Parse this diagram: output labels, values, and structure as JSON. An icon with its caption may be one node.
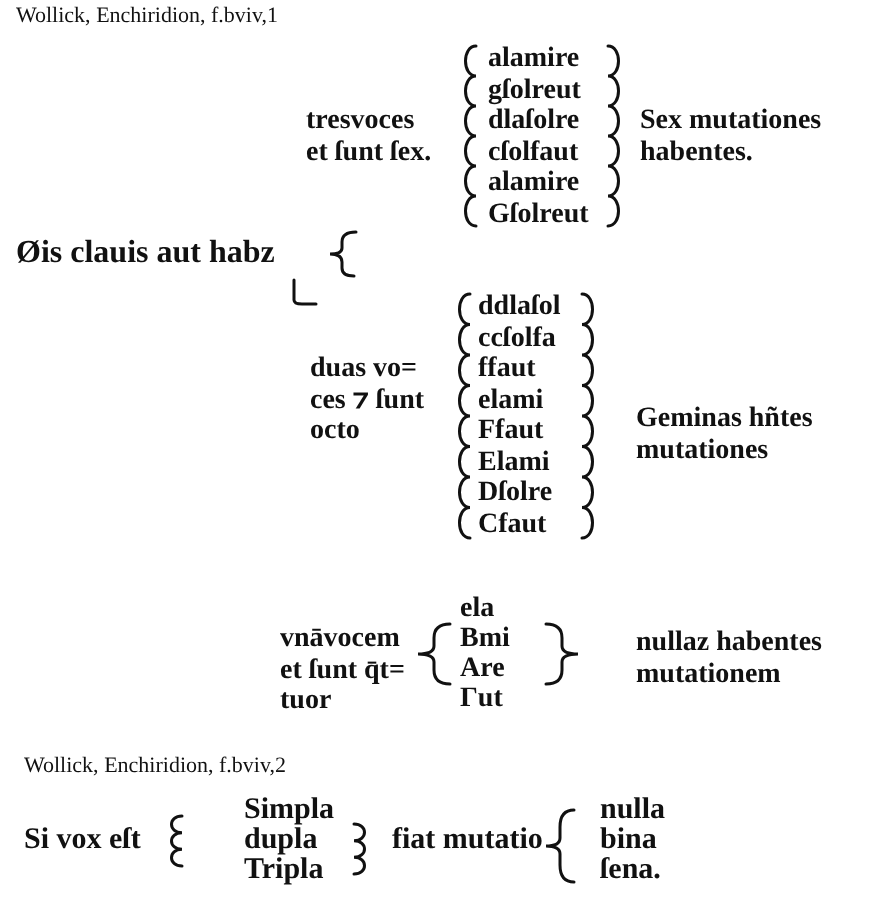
{
  "diagram": {
    "labels": [
      "Wollick, Enchiridion, f.bviv,1",
      "tresvoces et ſunt ſex.",
      "alamire",
      "gſolreut",
      "dlaſolre",
      "cſolfaut",
      "alamire",
      "Gſolreut",
      "Sex mutationes habentes.",
      "Øis clauis aut habz",
      "duas vo= ces ⁊ ſunt octo",
      "ddlaſol",
      "ccſolfa",
      "ffaut",
      "elami",
      "Ffaut",
      "Elami",
      "Dſolre",
      "Cfaut",
      "Geminas hñtes mutationes",
      "vnāvocem et ſunt q̄t= tuor",
      "ela",
      "Bmi",
      "Are",
      "Γut",
      "nullaz habentes mutationem",
      "Wollick, Enchiridion, f.bviv,2",
      "Si vox eſt",
      "Simpla",
      "dupla",
      "Tripla",
      "fiat mutatio",
      "nulla",
      "bina",
      "ſena."
    ]
  }
}
